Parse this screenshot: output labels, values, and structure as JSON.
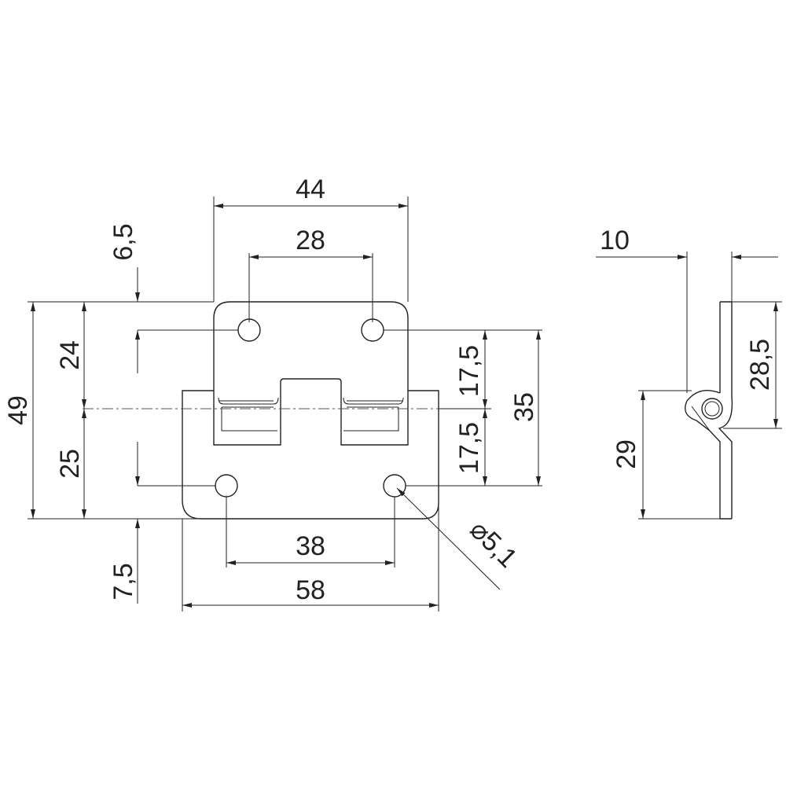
{
  "dimensions": {
    "width_top": "44",
    "hole_spacing_top": "28",
    "top_offset": "6,5",
    "upper_height": "24",
    "total_height": "49",
    "lower_height": "25",
    "bottom_offset": "7,5",
    "hole_spacing_bottom": "38",
    "width_bottom": "58",
    "right_upper": "17,5",
    "right_lower": "17,5",
    "right_total": "35",
    "hole_diameter": "⌀5,1",
    "side_thickness": "10",
    "side_upper": "28,5",
    "side_lower": "29"
  }
}
